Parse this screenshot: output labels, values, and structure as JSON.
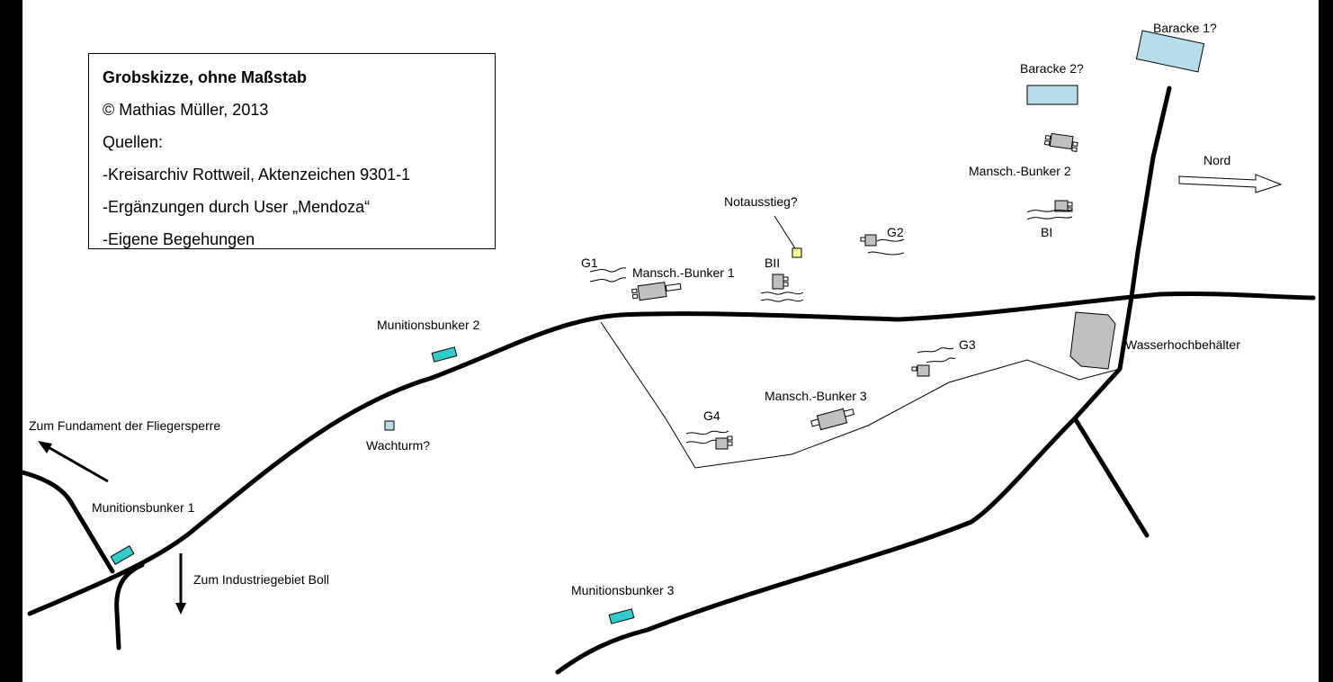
{
  "legend": {
    "title": "Grobskizze, ohne Maßstab",
    "copyright": "© Mathias Müller, 2013",
    "sources_heading": "Quellen:",
    "source_1": "-Kreisarchiv Rottweil, Aktenzeichen 9301-1",
    "source_2": "-Ergänzungen durch User „Mendoza“",
    "source_3": "-Eigene Begehungen"
  },
  "labels": {
    "baracke_1": "Baracke 1?",
    "baracke_2": "Baracke 2?",
    "mansch_bunker_2": "Mansch.-Bunker 2",
    "nord": "Nord",
    "notausstieg": "Notausstieg?",
    "g1": "G1",
    "g2": "G2",
    "g3": "G3",
    "g4": "G4",
    "mansch_bunker_1": "Mansch.-Bunker 1",
    "bII": "BII",
    "bI": "BI",
    "munitionsbunker_2": "Munitionsbunker 2",
    "wasserhochbehaelter": "Wasserhochbehälter",
    "mansch_bunker_3": "Mansch.-Bunker 3",
    "zum_fundament": "Zum Fundament der Fliegersperre",
    "wachturm": "Wachturm?",
    "munitionsbunker_1": "Munitionsbunker 1",
    "zum_industriegebiet": "Zum Industriegebiet Boll",
    "munitionsbunker_3": "Munitionsbunker 3"
  },
  "colors": {
    "background": "#000000",
    "map": "#ffffff",
    "bunker_gray": "#c0c0c0",
    "munitionsbunker": "#33cccc",
    "baracke": "#b7dee8",
    "notausstieg": "#ffff99"
  }
}
